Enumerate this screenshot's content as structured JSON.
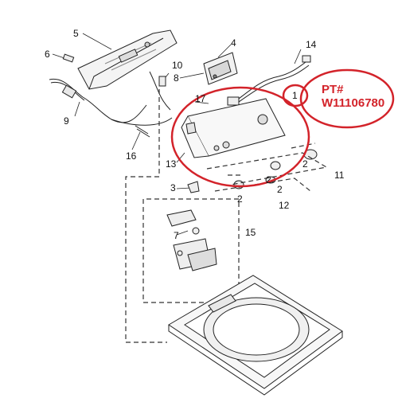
{
  "callouts": {
    "c1": "1",
    "c2a": "2",
    "c2b": "2",
    "c2c": "2",
    "c2d": "2",
    "c3": "3",
    "c4": "4",
    "c5": "5",
    "c6": "6",
    "c7": "7",
    "c8": "8",
    "c9": "9",
    "c10": "10",
    "c11": "11",
    "c12": "12",
    "c13": "13",
    "c14": "14",
    "c15": "15",
    "c16": "16",
    "c17": "17"
  },
  "part_note": {
    "line1": "PT#",
    "line2": "W11106780"
  },
  "colors": {
    "highlight": "#d3232a",
    "line": "#222222",
    "dash": "#333333"
  }
}
